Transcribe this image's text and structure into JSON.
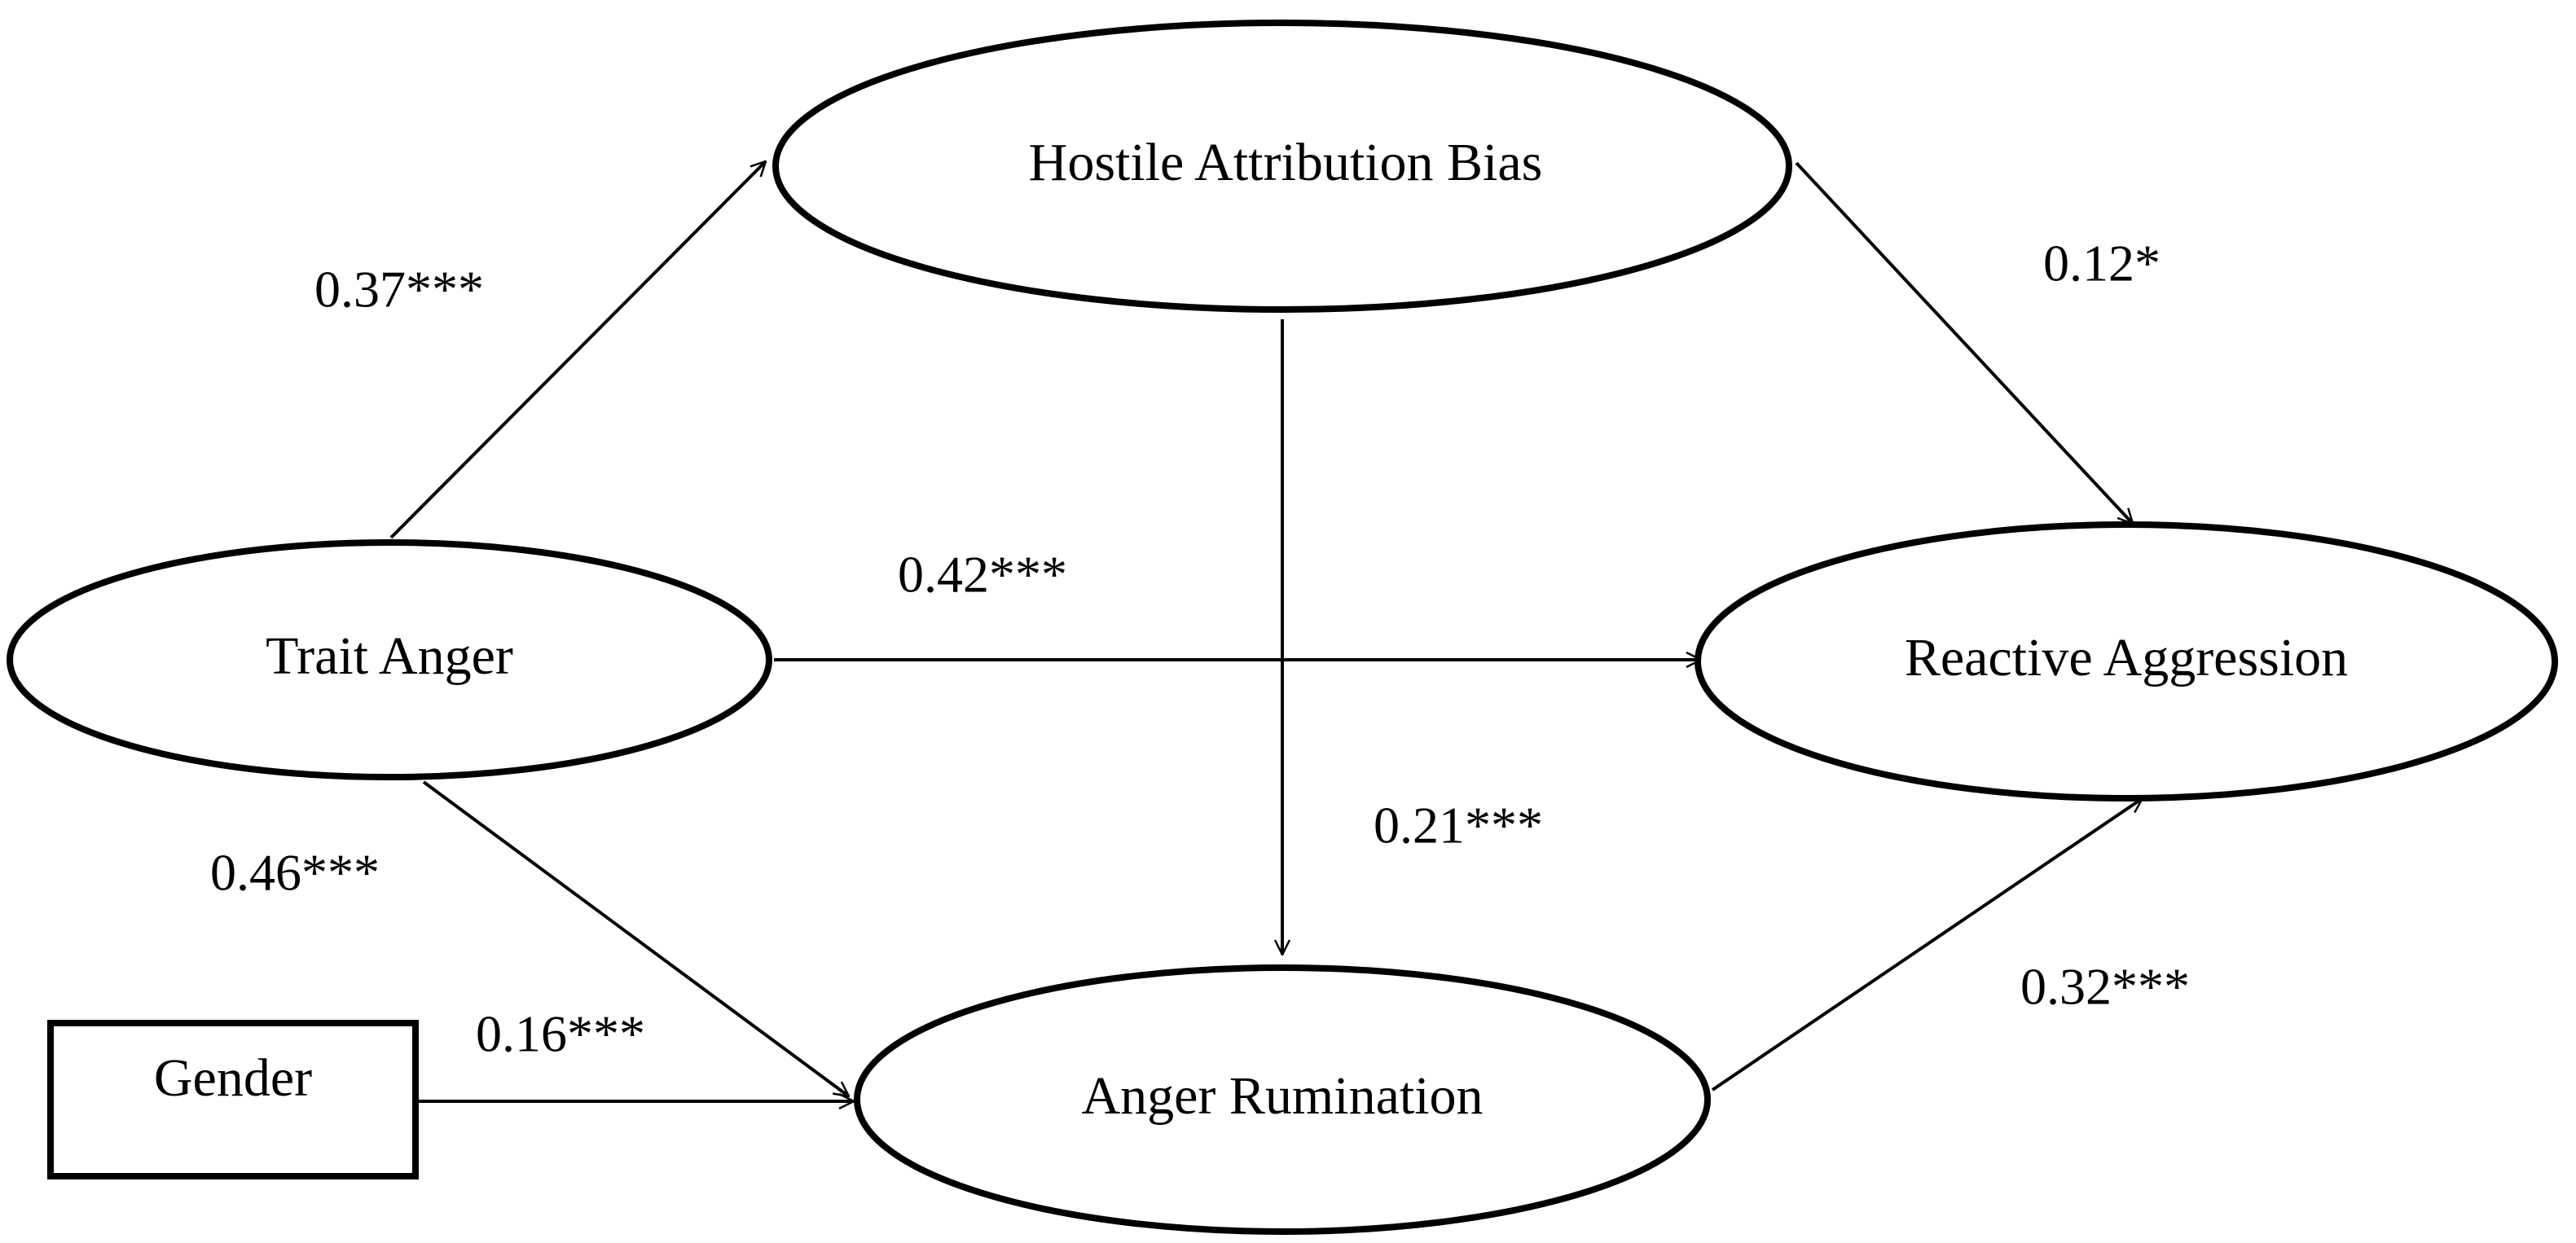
{
  "nodes": {
    "hostile_attribution_bias": "Hostile Attribution Bias",
    "trait_anger": "Trait Anger",
    "reactive_aggression": "Reactive Aggression",
    "anger_rumination": "Anger Rumination",
    "gender": "Gender"
  },
  "paths": {
    "trait_to_hostile": "0.37***",
    "hostile_to_reactive": "0.12*",
    "trait_to_reactive": "0.42***",
    "hostile_to_rumination": "0.21***",
    "trait_to_rumination": "0.46***",
    "gender_to_rumination": "0.16***",
    "rumination_to_reactive": "0.32***"
  }
}
